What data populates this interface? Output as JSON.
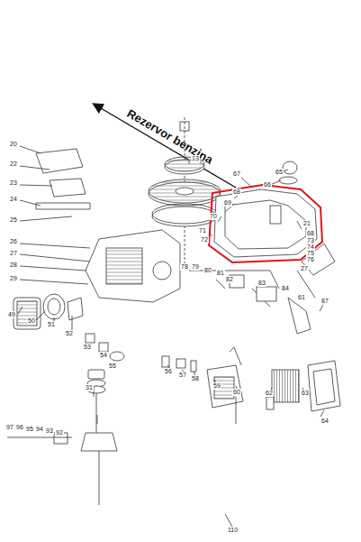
{
  "diagram": {
    "labels": [
      "Rezervor benzina",
      "20",
      "22",
      "23",
      "24",
      "25",
      "26",
      "27",
      "28",
      "29",
      "13",
      "65",
      "66",
      "67",
      "68",
      "69",
      "70",
      "71",
      "72",
      "21",
      "68",
      "73",
      "74",
      "75",
      "76",
      "27",
      "78",
      "79",
      "80",
      "81",
      "82",
      "83",
      "84",
      "61",
      "87",
      "49",
      "50",
      "51",
      "52",
      "53",
      "54",
      "55",
      "56",
      "57",
      "58",
      "59",
      "60",
      "62",
      "63",
      "64",
      "31",
      "97",
      "96",
      "95",
      "94",
      "93",
      "92",
      "110"
    ]
  }
}
